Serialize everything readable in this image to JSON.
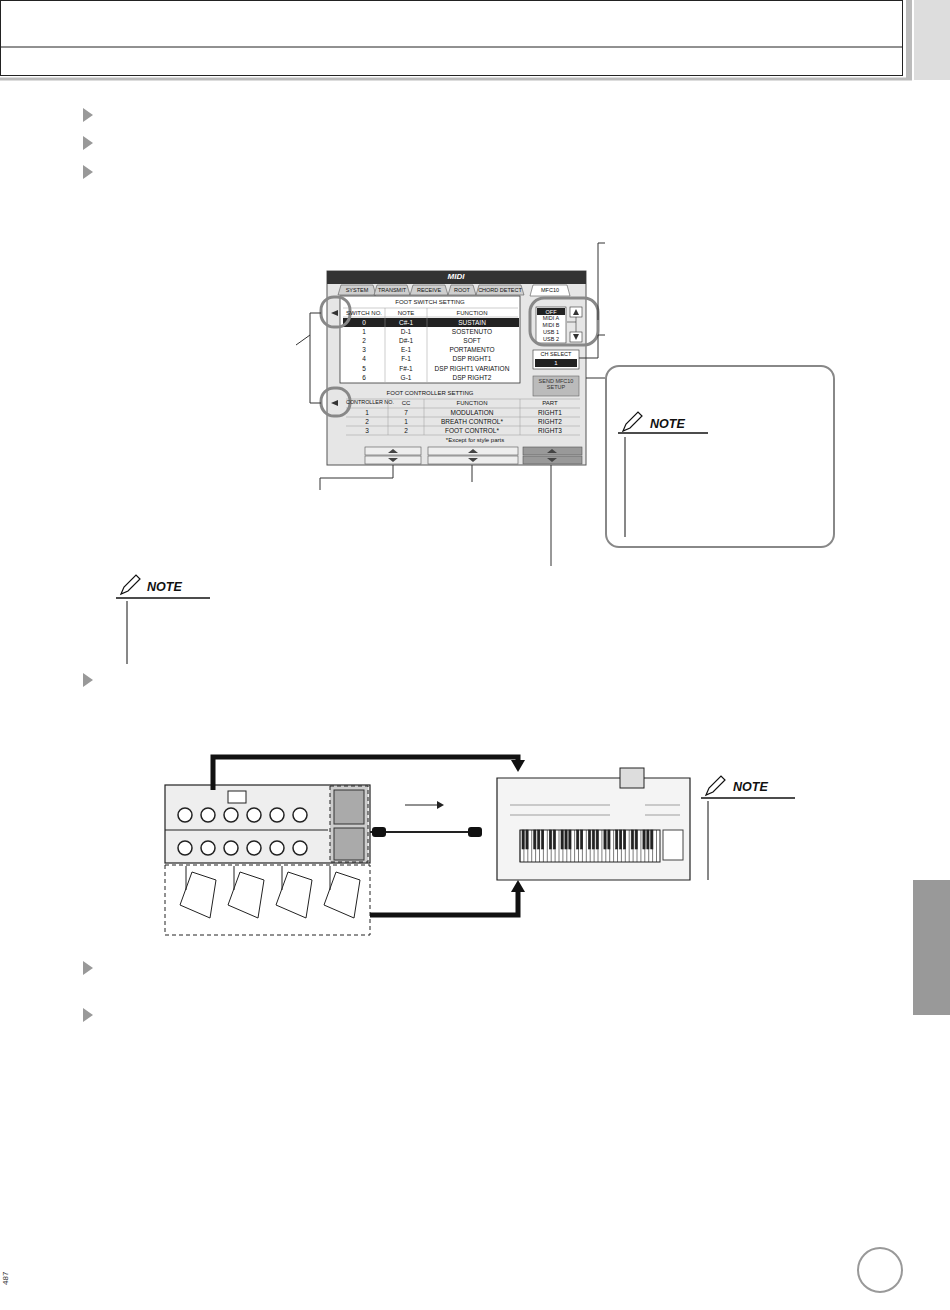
{
  "diagram": {
    "nodes": [
      {
        "text": [
          "NOTE"
        ]
      }
    ],
    "labels": [
      "MIDI",
      "SYSTEM",
      "TRANSMIT",
      "RECEIVE",
      "ROOT",
      "CHORD DETECT",
      "MFC10",
      "FOOT SWITCH SETTING",
      "SWITCH NO.",
      "NOTE",
      "FUNCTION",
      "0",
      "C#-1",
      "SUSTAIN",
      "1",
      "D-1",
      "SOSTENUTO",
      "2",
      "D#-1",
      "SOFT",
      "3",
      "E-1",
      "PORTAMENTO",
      "4",
      "F-1",
      "DSP RIGHT1",
      "5",
      "F#-1",
      "DSP RIGHT1 VARIATION",
      "6",
      "G-1",
      "DSP RIGHT2",
      "FOOT CONTROLLER SETTING",
      "CONTROLLER NO.",
      "CC",
      "FUNCTION",
      "PART",
      "1",
      "7",
      "MODULATION",
      "RIGHT1",
      "2",
      "1",
      "BREATH CONTROL*",
      "RIGHT2",
      "3",
      "2",
      "FOOT CONTROL*",
      "RIGHT3",
      "*Except for style parts",
      "OFF",
      "MIDI A",
      "MIDI B",
      "USB 1",
      "USB 2",
      "CH SELECT",
      "1",
      "SEND MFC10 SETUP",
      "NOTE",
      "NOTE",
      "487"
    ]
  }
}
